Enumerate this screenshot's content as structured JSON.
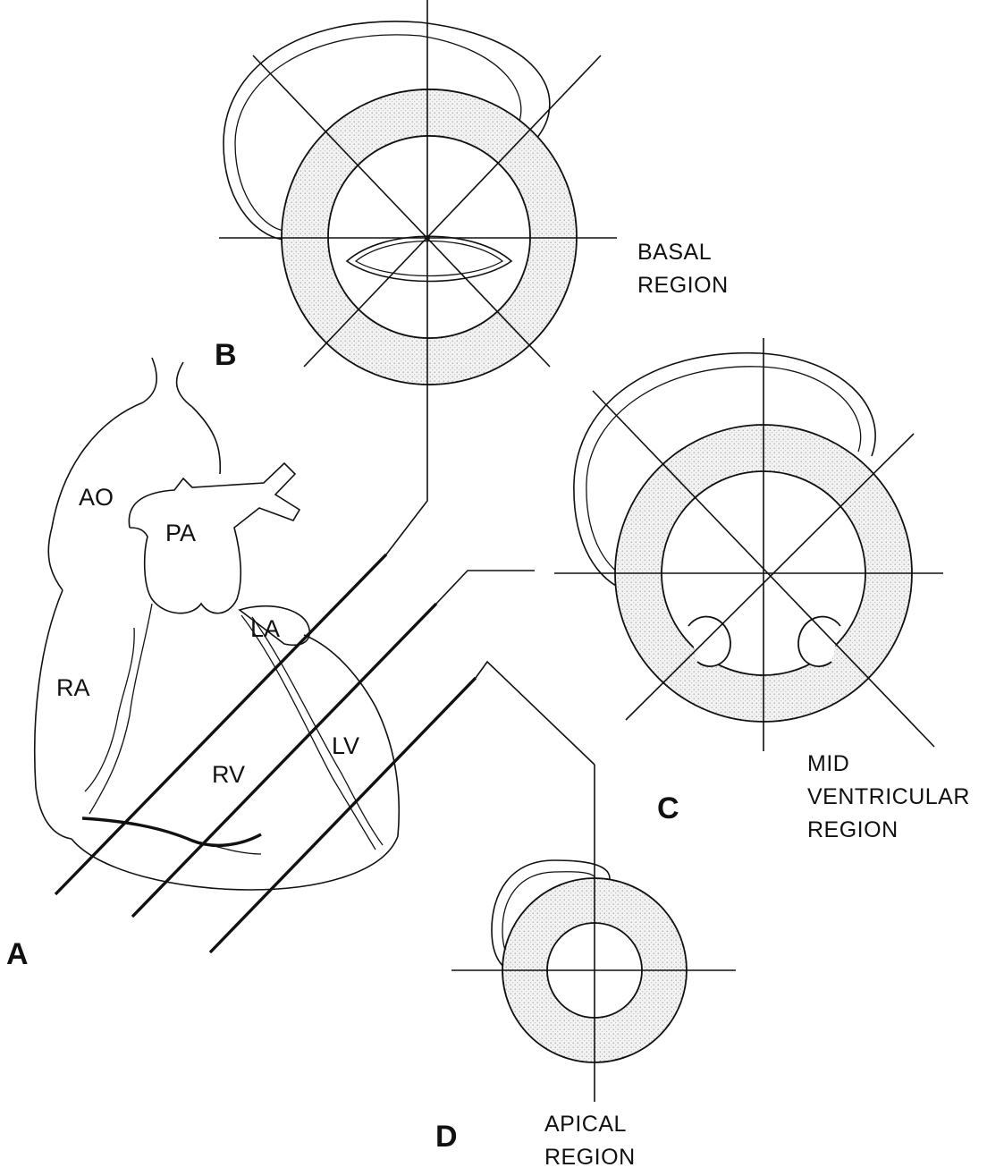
{
  "panels": {
    "a": "A",
    "b": "B",
    "c": "C",
    "d": "D"
  },
  "heart_labels": {
    "ao": "AO",
    "pa": "PA",
    "la": "LA",
    "ra": "RA",
    "rv": "RV",
    "lv": "LV"
  },
  "regions": {
    "basal_line1": "BASAL",
    "basal_line2": "REGION",
    "mid_line1": "MID",
    "mid_line2": "VENTRICULAR",
    "mid_line3": "REGION",
    "apical_line1": "APICAL",
    "apical_line2": "REGION"
  }
}
